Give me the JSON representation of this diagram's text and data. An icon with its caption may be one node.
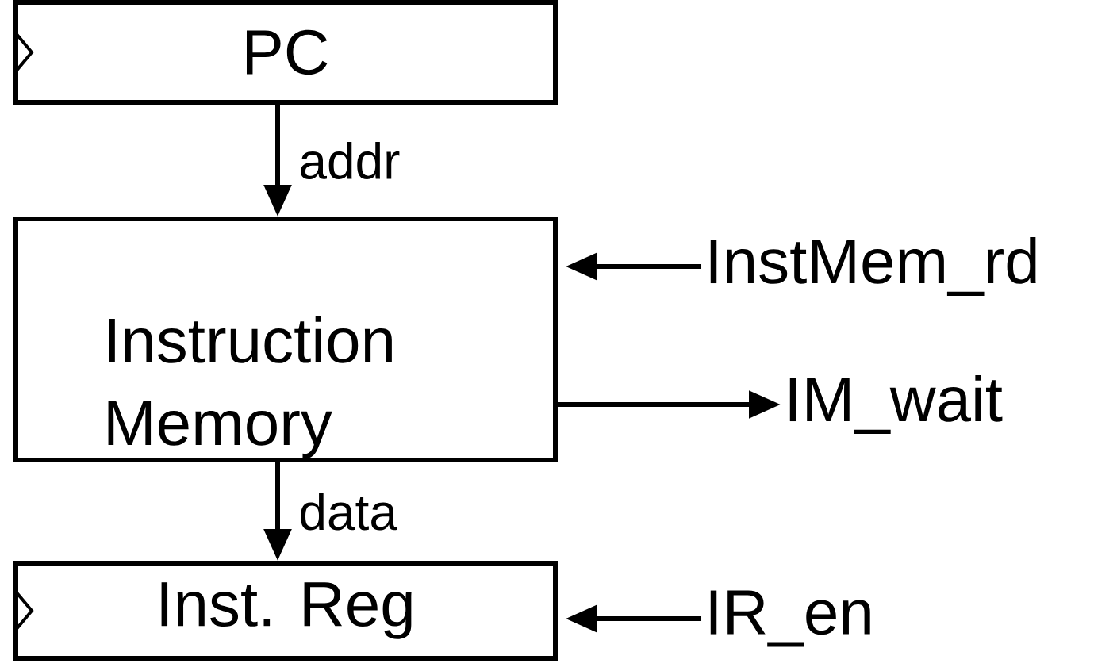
{
  "diagram": {
    "nodes": [
      {
        "text": [
          "PC"
        ]
      },
      {
        "text": [
          "Instruction Memory"
        ]
      },
      {
        "text": [
          "Inst. Reg"
        ]
      },
      {
        "text": [
          "InstMem_rd"
        ]
      },
      {
        "text": [
          "IM_wait"
        ]
      },
      {
        "text": [
          "IR_en"
        ]
      }
    ],
    "edges": [
      {
        "from": 0,
        "to": 1,
        "arrow": "to",
        "label": "addr"
      },
      {
        "from": 3,
        "to": 1,
        "arrow": "to"
      },
      {
        "from": 1,
        "to": 4,
        "arrow": "to"
      },
      {
        "from": 1,
        "to": 2,
        "arrow": "to",
        "label": "data"
      },
      {
        "from": 5,
        "to": 2,
        "arrow": "to"
      }
    ]
  }
}
